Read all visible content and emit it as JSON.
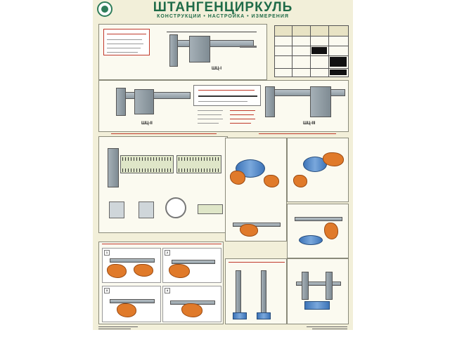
{
  "poster": {
    "title": "ШТАНГЕНЦИРКУЛЬ",
    "subtitle": "КОНСТРУКЦИИ • НАСТРОЙКА • ИЗМЕРЕНИЯ"
  },
  "models": {
    "shc1": "ШЦ-I",
    "shc2": "ШЦ-II",
    "shc3": "ШЦ-III"
  },
  "steps": [
    "1",
    "2",
    "3",
    "4"
  ],
  "colors": {
    "title_green": "#1f6b48",
    "hand_orange": "#e07a2a",
    "blue_part": "#3d74b8",
    "red_accent": "#c0392b"
  },
  "icons": {
    "logo": "emblem-icon",
    "caliper": "caliper-icon",
    "hand": "hand-icon"
  }
}
